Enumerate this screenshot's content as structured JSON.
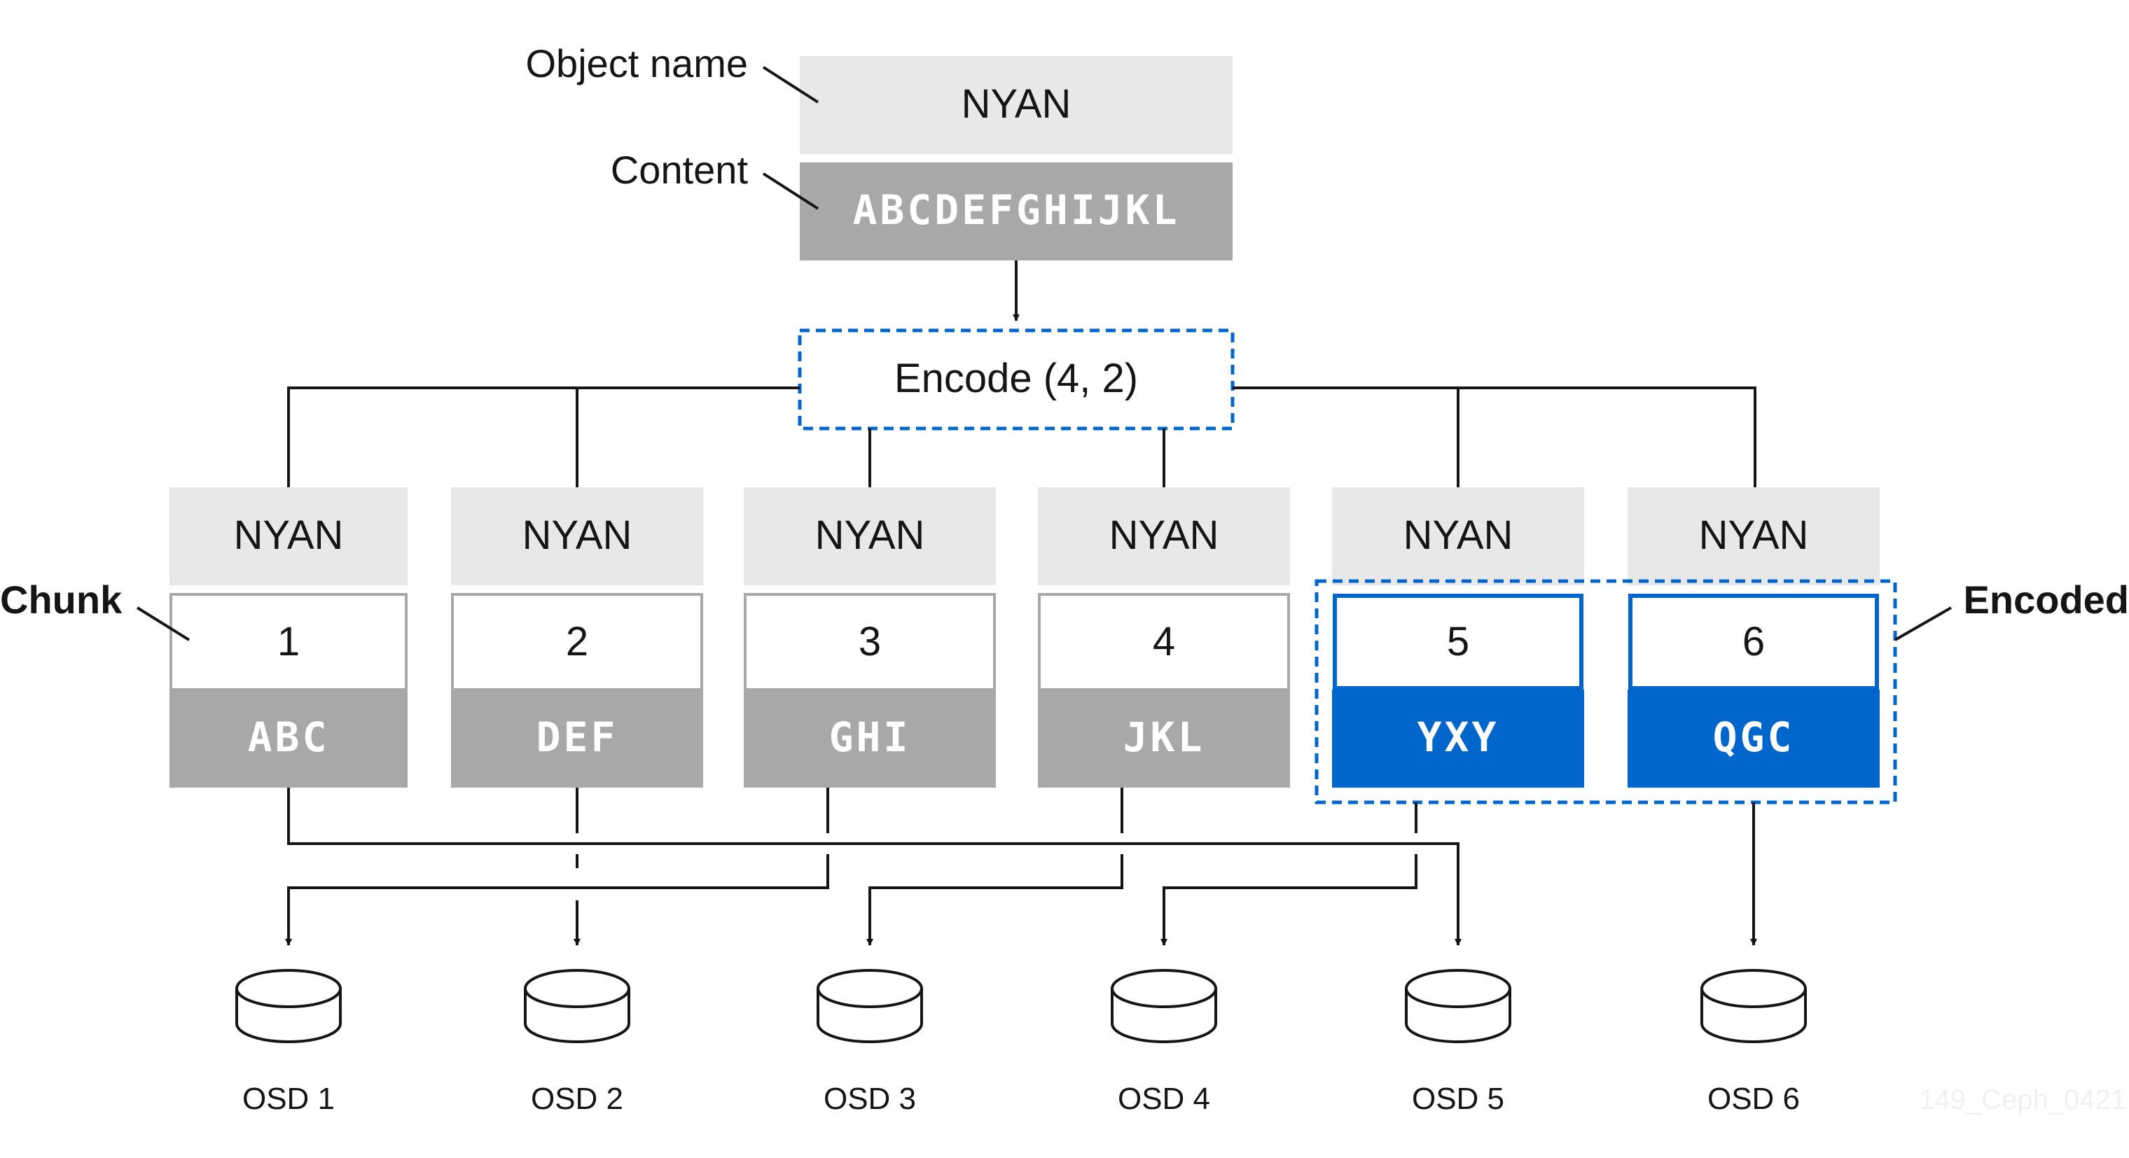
{
  "labels": {
    "object_name": "Object name",
    "content": "Content",
    "chunk": "Chunk",
    "encoded": "Encoded"
  },
  "object": {
    "name": "NYAN",
    "content": "ABCDEFGHIJKL"
  },
  "encode": {
    "label": "Encode (4, 2)"
  },
  "chunks": [
    {
      "name": "NYAN",
      "number": "1",
      "data": "ABC",
      "encoded": false
    },
    {
      "name": "NYAN",
      "number": "2",
      "data": "DEF",
      "encoded": false
    },
    {
      "name": "NYAN",
      "number": "3",
      "data": "GHI",
      "encoded": false
    },
    {
      "name": "NYAN",
      "number": "4",
      "data": "JKL",
      "encoded": false
    },
    {
      "name": "NYAN",
      "number": "5",
      "data": "YXY",
      "encoded": true
    },
    {
      "name": "NYAN",
      "number": "6",
      "data": "QGC",
      "encoded": true
    }
  ],
  "osds": [
    "OSD 1",
    "OSD 2",
    "OSD 3",
    "OSD 4",
    "OSD 5",
    "OSD 6"
  ],
  "watermark": "149_Ceph_0421",
  "colors": {
    "name_bg": "#e8e8e8",
    "content_bg": "#a8a8a8",
    "encoded_blue": "#0066cc",
    "line": "#151515",
    "chunk_border": "#a8a8a8"
  }
}
